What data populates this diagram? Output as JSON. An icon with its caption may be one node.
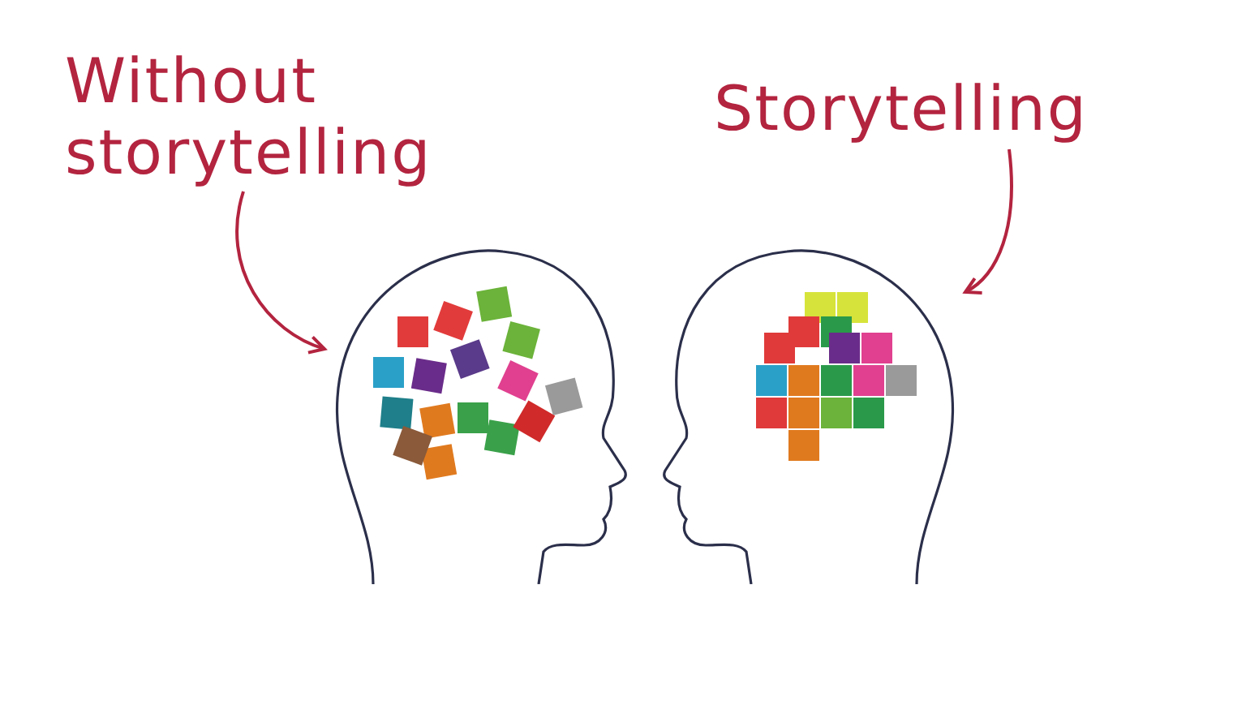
{
  "diagram": {
    "nodes": [
      {
        "text": [
          "Without storytelling"
        ]
      },
      {
        "text": [],
        "shape": "picture"
      },
      {
        "text": [
          "Storytelling"
        ]
      },
      {
        "text": [],
        "shape": "picture"
      }
    ],
    "edges": [
      {
        "from": 0,
        "to": 1,
        "arrow": "to"
      },
      {
        "from": 2,
        "to": 3,
        "arrow": "to"
      }
    ]
  }
}
